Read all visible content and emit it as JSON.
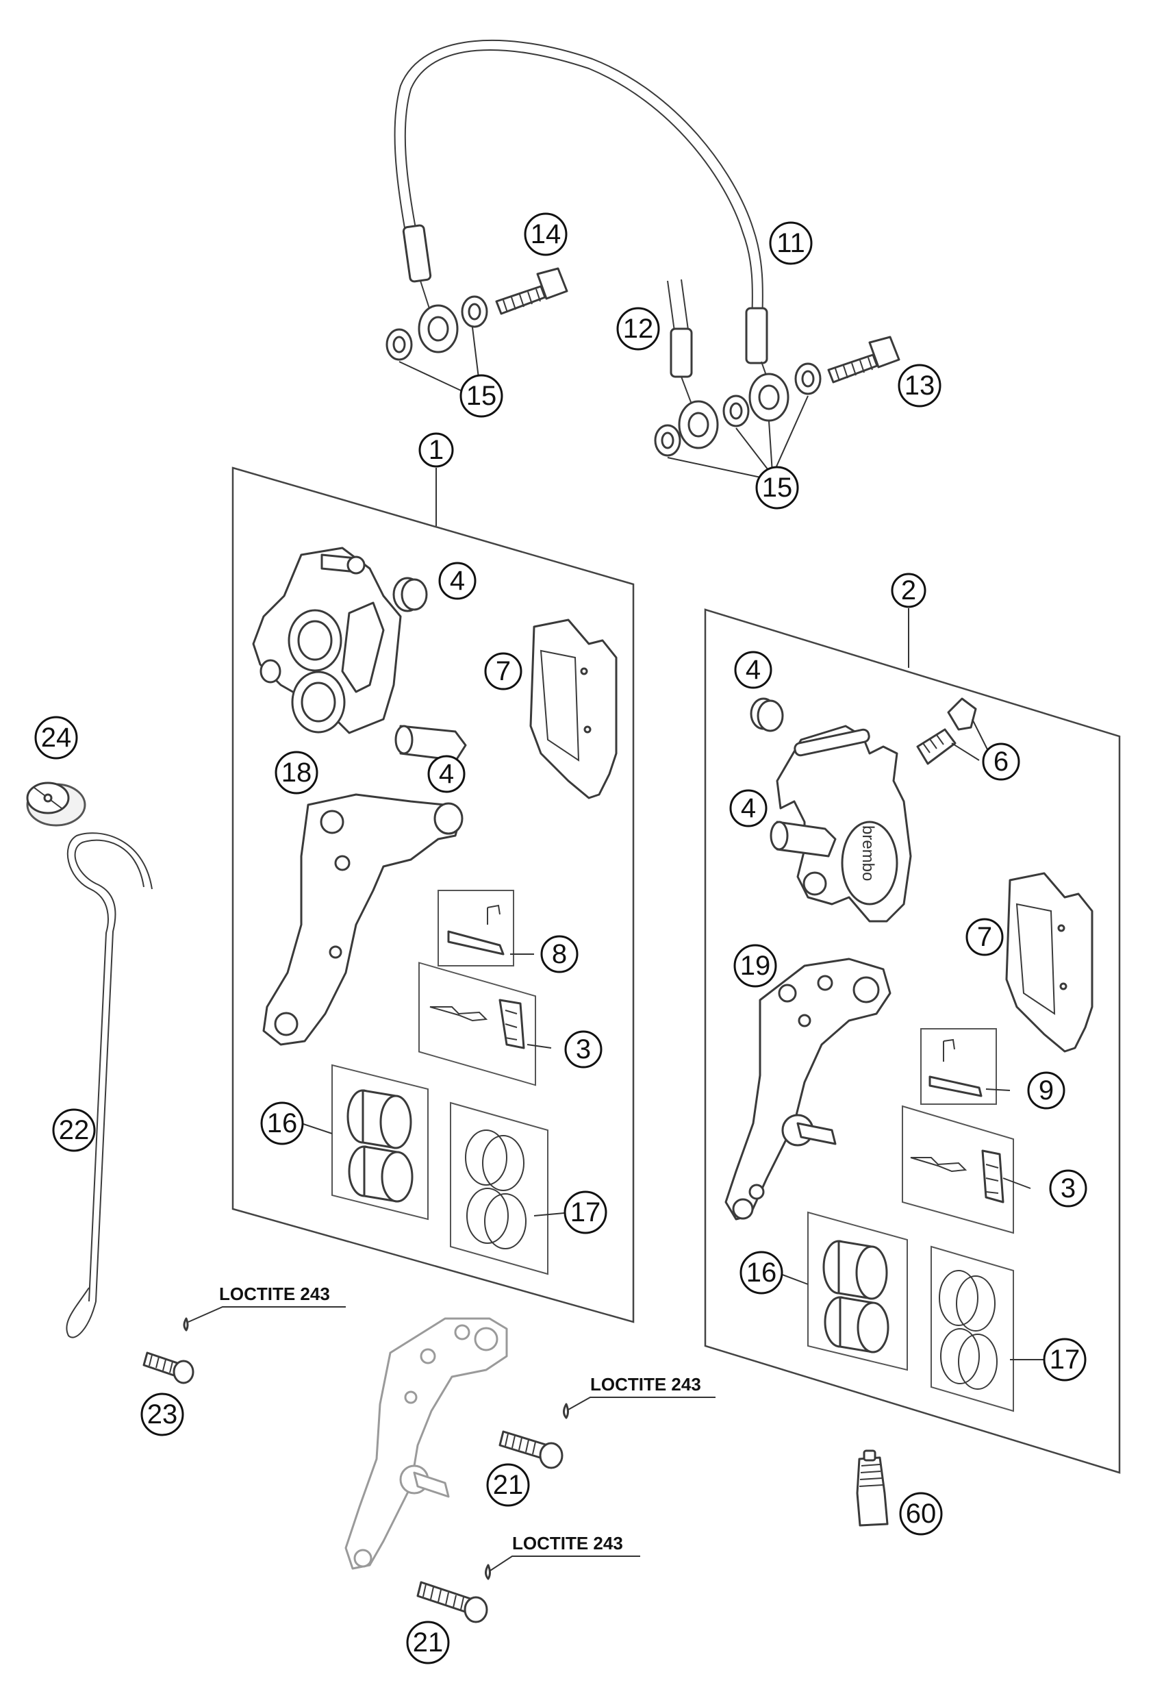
{
  "callouts": [
    {
      "id": "c1",
      "label": "1"
    },
    {
      "id": "c2",
      "label": "2"
    },
    {
      "id": "c3a",
      "label": "3"
    },
    {
      "id": "c3b",
      "label": "3"
    },
    {
      "id": "c4a",
      "label": "4"
    },
    {
      "id": "c4b",
      "label": "4"
    },
    {
      "id": "c4c",
      "label": "4"
    },
    {
      "id": "c4d",
      "label": "4"
    },
    {
      "id": "c6",
      "label": "6"
    },
    {
      "id": "c7a",
      "label": "7"
    },
    {
      "id": "c7b",
      "label": "7"
    },
    {
      "id": "c8",
      "label": "8"
    },
    {
      "id": "c9",
      "label": "9"
    },
    {
      "id": "c11",
      "label": "11"
    },
    {
      "id": "c12",
      "label": "12"
    },
    {
      "id": "c13",
      "label": "13"
    },
    {
      "id": "c14",
      "label": "14"
    },
    {
      "id": "c15a",
      "label": "15"
    },
    {
      "id": "c15b",
      "label": "15"
    },
    {
      "id": "c16a",
      "label": "16"
    },
    {
      "id": "c16b",
      "label": "16"
    },
    {
      "id": "c17a",
      "label": "17"
    },
    {
      "id": "c17b",
      "label": "17"
    },
    {
      "id": "c18",
      "label": "18"
    },
    {
      "id": "c19",
      "label": "19"
    },
    {
      "id": "c21a",
      "label": "21"
    },
    {
      "id": "c21b",
      "label": "21"
    },
    {
      "id": "c22",
      "label": "22"
    },
    {
      "id": "c23",
      "label": "23"
    },
    {
      "id": "c24",
      "label": "24"
    },
    {
      "id": "c60",
      "label": "60"
    }
  ],
  "notes": {
    "loctite_a": "LOCTITE 243",
    "loctite_b": "LOCTITE 243",
    "loctite_c": "LOCTITE 243"
  },
  "caliper_brand": "brembo"
}
